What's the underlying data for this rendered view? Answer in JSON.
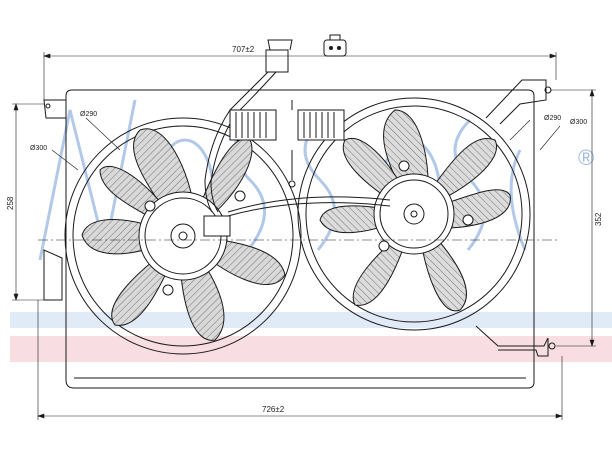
{
  "dimensions": {
    "top_width": "707±2",
    "bottom_width": "726±2",
    "left_height": "258",
    "right_height": "352",
    "left_fan_small_dia": "Ø290",
    "left_fan_large_dia": "Ø300",
    "right_fan_small_dia": "Ø290",
    "right_fan_large_dia": "Ø300"
  },
  "watermark": {
    "mark": "®"
  },
  "colors": {
    "line": "#1a1a1a",
    "watermark_blue": "#a9c3e6",
    "watermark_pink": "#f3c7cf",
    "hatch": "#6a6a6a"
  },
  "fans": {
    "left_blade_count": 7,
    "right_blade_count": 7
  }
}
